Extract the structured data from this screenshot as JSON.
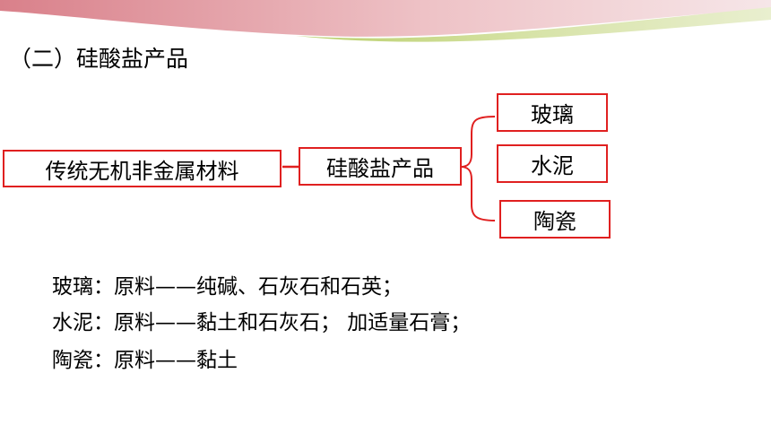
{
  "section": {
    "heading": "（二）硅酸盐产品"
  },
  "diagram": {
    "source": "传统无机非金属材料",
    "middle": "硅酸盐产品",
    "products": [
      "玻璃",
      "水泥",
      "陶瓷"
    ]
  },
  "descriptions": [
    "玻璃：原料——纯碱、石灰石和石英；",
    "水泥：原料——黏土和石灰石；  加适量石膏；",
    "陶瓷：原料——黏土"
  ],
  "colors": {
    "box_border": "#e02020",
    "arrow": "#e02020",
    "banner_pink": "#e8a0a6",
    "banner_green": "#c8d88a"
  }
}
